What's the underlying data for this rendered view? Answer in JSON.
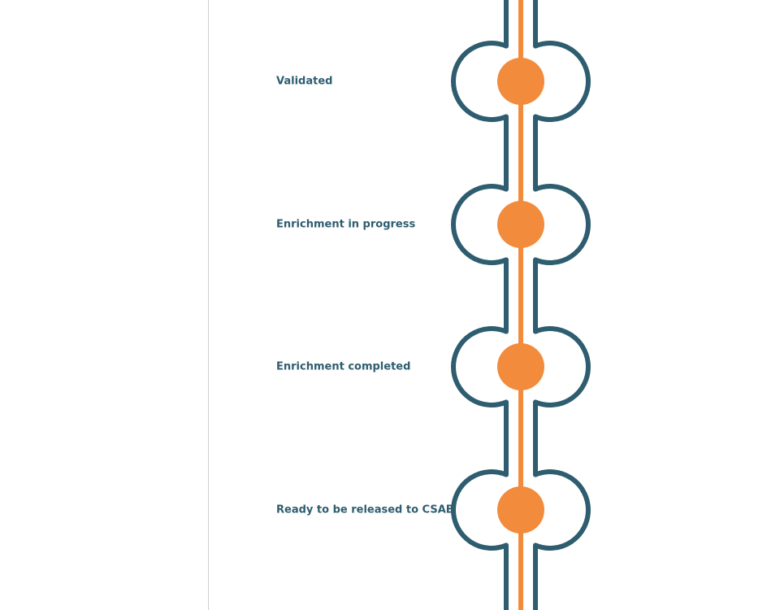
{
  "timeline": {
    "colors": {
      "track": "#2e5d6f",
      "accent": "#f28b3c",
      "background": "#ffffff"
    },
    "steps": [
      {
        "label": "Validated"
      },
      {
        "label": "Enrichment in progress"
      },
      {
        "label": "Enrichment completed"
      },
      {
        "label": "Ready to be released to CSAB"
      }
    ]
  }
}
